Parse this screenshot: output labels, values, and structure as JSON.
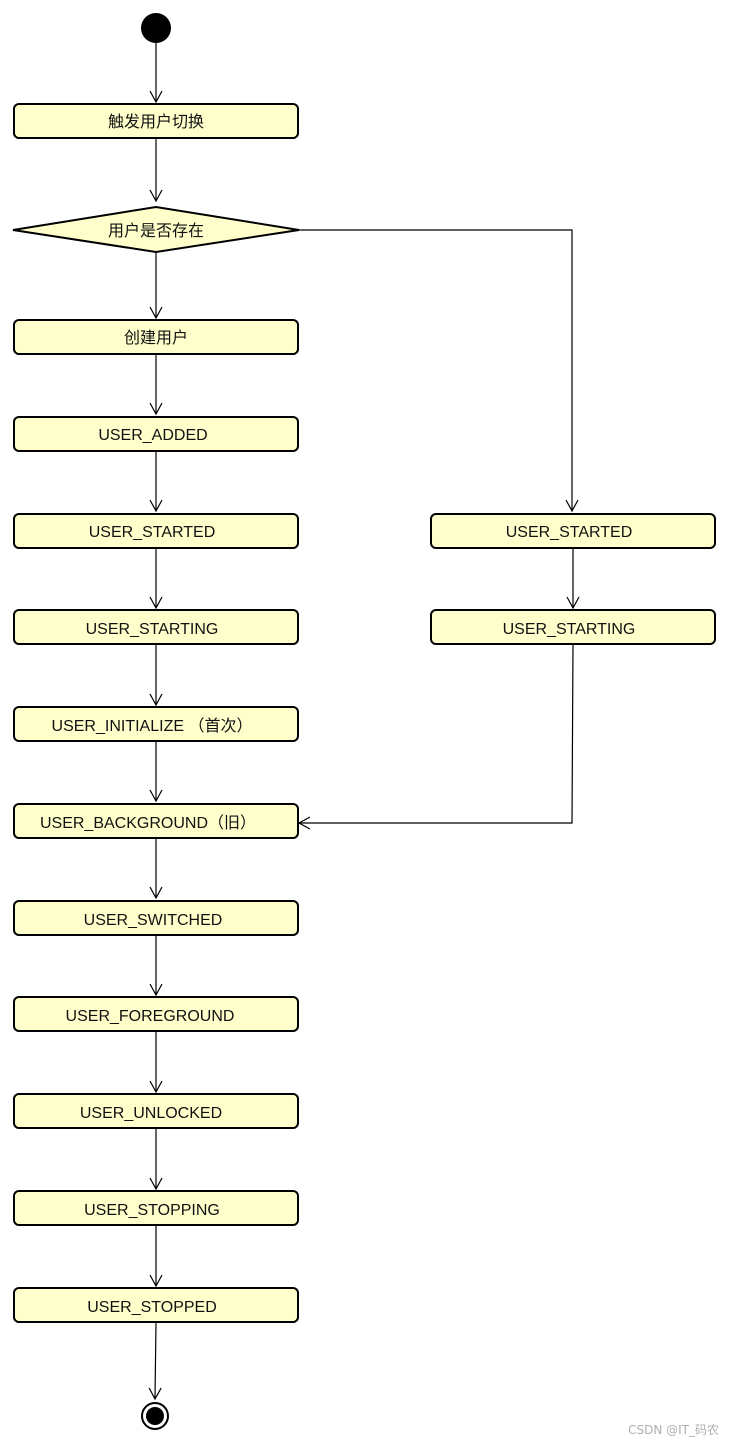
{
  "diagram": {
    "nodes": {
      "trigger": "触发用户切换",
      "decision": "用户是否存在",
      "create_user": "创建用户",
      "user_added": "USER_ADDED",
      "user_started_new": "USER_STARTED",
      "user_starting_new": "USER_STARTING",
      "user_initialize": "USER_INITIALIZE （首次）",
      "user_started_existing": "USER_STARTED",
      "user_starting_existing": "USER_STARTING",
      "user_background": "USER_BACKGROUND（旧）",
      "user_switched": "USER_SWITCHED",
      "user_foreground": "USER_FOREGROUND",
      "user_unlocked": "USER_UNLOCKED",
      "user_stopping": "USER_STOPPING",
      "user_stopped": "USER_STOPPED"
    },
    "colors": {
      "node_fill": "#ffffcc",
      "stroke": "#000000"
    }
  },
  "watermark": "CSDN @IT_码农"
}
